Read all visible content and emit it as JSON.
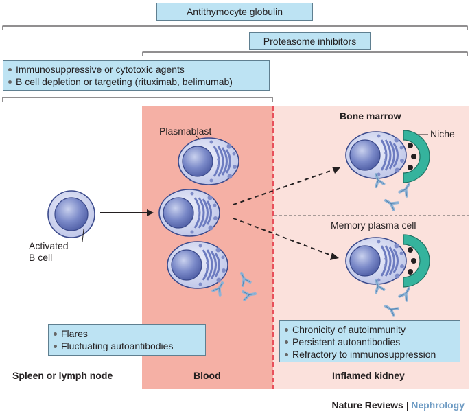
{
  "drugs": {
    "atg": "Antithymocyte globulin",
    "proteasome": "Proteasome inhibitors",
    "agents": [
      "Immunosuppressive or cytotoxic agents",
      "B cell depletion or targeting (rituximab, belimumab)"
    ]
  },
  "cells": {
    "plasmablast": "Plasmablast",
    "activated_b_cell": [
      "Activated",
      "B cell"
    ],
    "niche": "Niche",
    "memory_plasma_cell": "Memory plasma cell"
  },
  "regions": {
    "spleen": "Spleen or lymph node",
    "blood": "Blood",
    "bone_marrow": "Bone marrow",
    "kidney": "Inflamed kidney"
  },
  "blood_effects": [
    "Flares",
    "Fluctuating autoantibodies"
  ],
  "kidney_effects": [
    "Chronicity of autoimmunity",
    "Persistent autoantibodies",
    "Refractory to immunosuppression"
  ],
  "footer": {
    "journal": "Nature Reviews",
    "separator": "|",
    "subject": "Nephrology"
  },
  "colors": {
    "blood_bg": "#f5b0a5",
    "tissue_bg": "#fbe1dc",
    "box_bg": "#bde3f3",
    "divider": "#e8505b",
    "niche": "#35b39d",
    "cell": "#6f7fc0",
    "antibody": "#8fb3d6",
    "subject_blue": "#6f9cc4"
  }
}
